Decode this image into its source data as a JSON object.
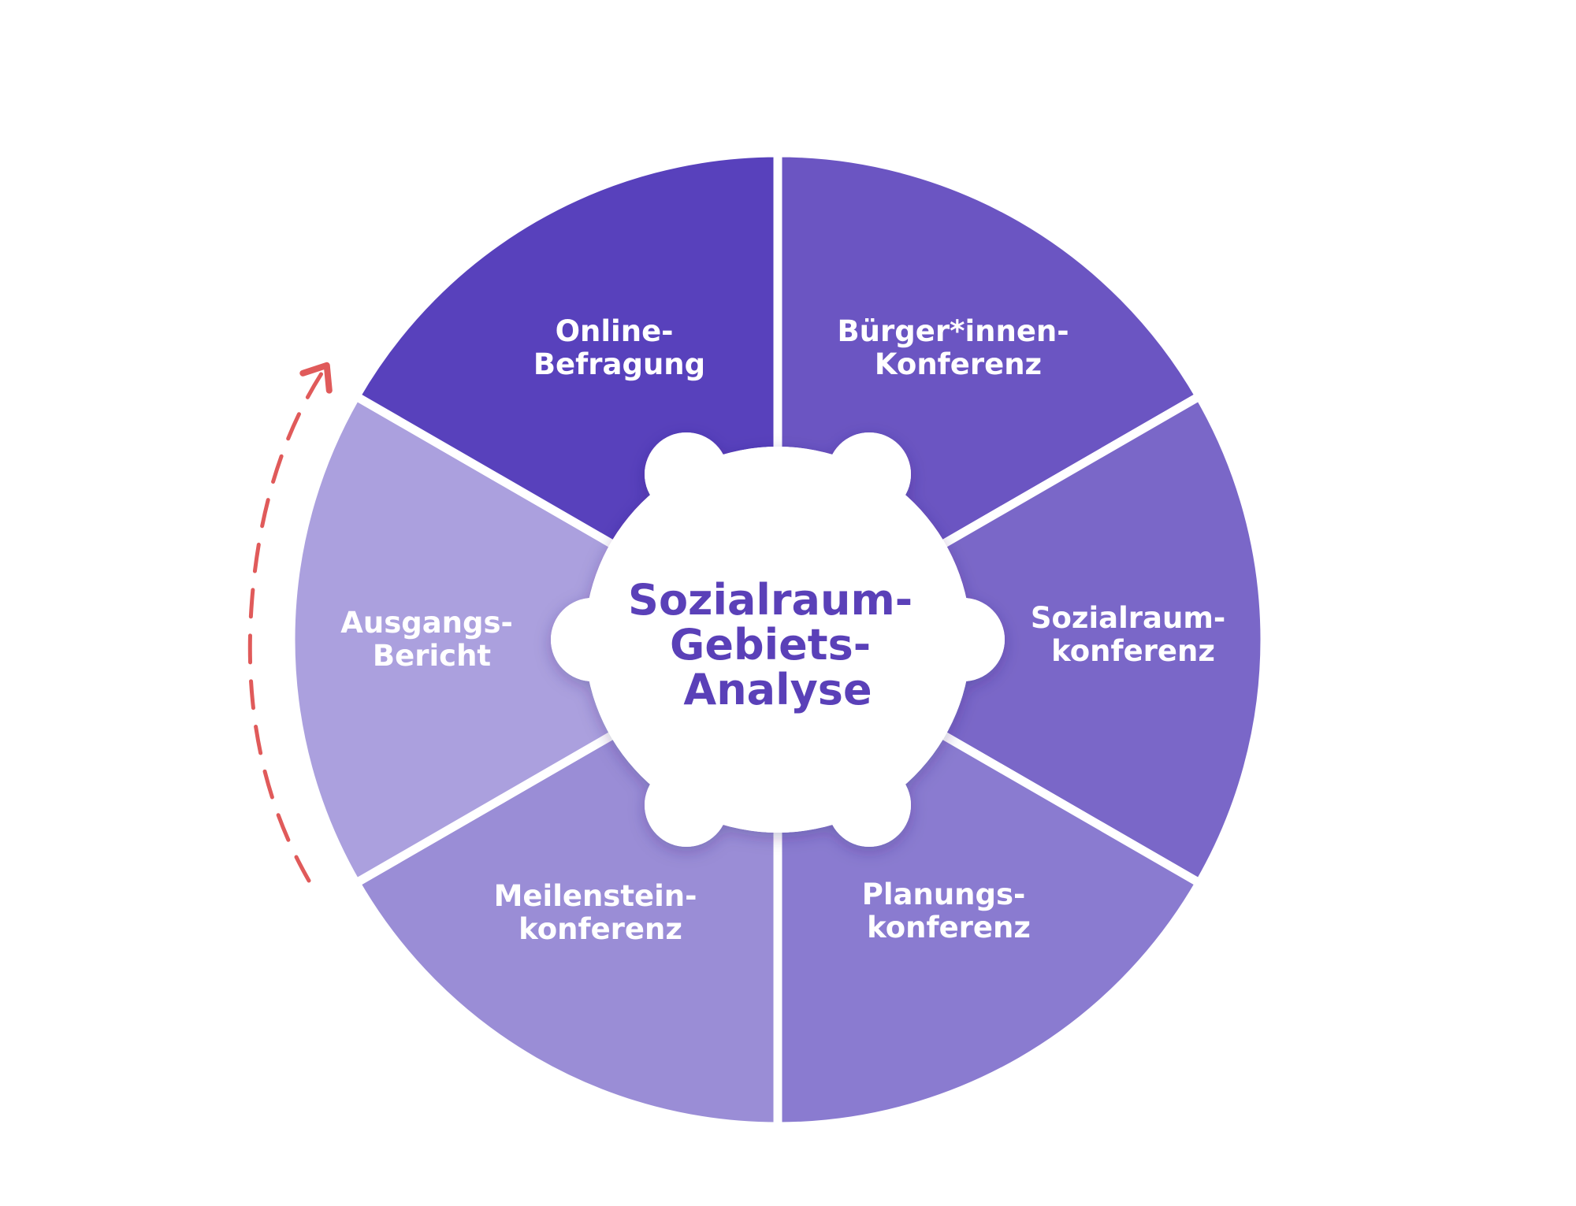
{
  "center": {
    "lines": [
      "Sozialraum-",
      "Gebiets-",
      "Analyse"
    ],
    "color": "#5a40b8"
  },
  "segments": [
    {
      "id": "online-befragung",
      "lines": [
        "Online-",
        "Befragung"
      ],
      "color": "#6b55c2"
    },
    {
      "id": "buergerinnen-konferenz",
      "lines": [
        "Bürger*innen-",
        "Konferenz"
      ],
      "color": "#7a67c8"
    },
    {
      "id": "sozialraumkonferenz",
      "lines": [
        "Sozialraum-",
        "konferenz"
      ],
      "color": "#8a7bd0"
    },
    {
      "id": "planungskonferenz",
      "lines": [
        "Planungs-",
        "konferenz"
      ],
      "color": "#9a8dd6"
    },
    {
      "id": "meilensteinkonferenz",
      "lines": [
        "Meilenstein-",
        "konferenz"
      ],
      "color": "#aba0de"
    },
    {
      "id": "ausgangsbericht",
      "lines": [
        "Ausgangs-",
        "Bericht"
      ],
      "color": "#5841bc"
    }
  ],
  "cycle_arrow": {
    "color": "#e05a5a",
    "style": "dashed"
  }
}
